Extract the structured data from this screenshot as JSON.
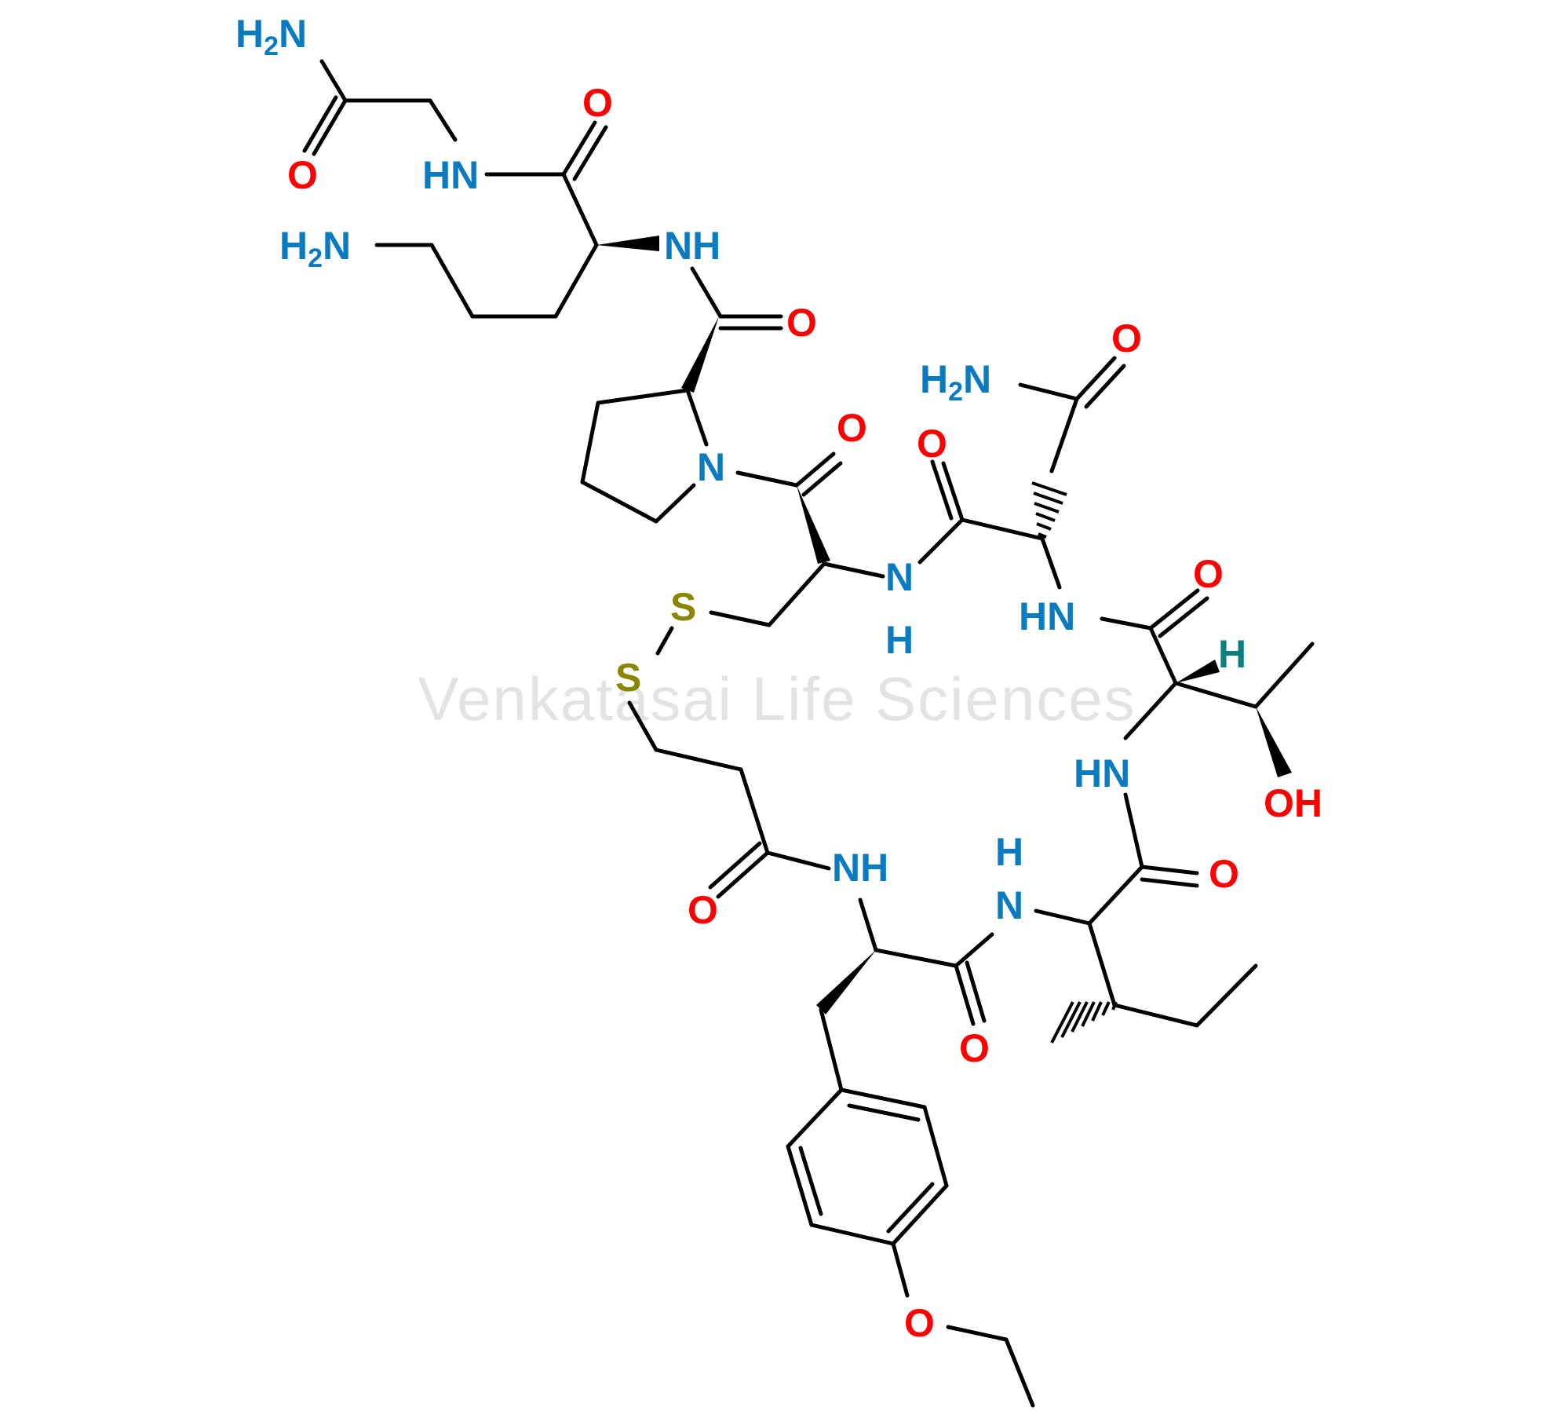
{
  "watermark": "Venkatasai Life Sciences",
  "colors": {
    "bond": "#000000",
    "N": "#0b7bc1",
    "O": "#ff0000",
    "S": "#8a8600",
    "H": "#0b7f7f"
  },
  "atom_labels": {
    "nh2_gly": "H2N",
    "o_gly": "O",
    "hn_gly": "HN",
    "o_orn": "O",
    "nh2_orn": "H2N",
    "nh_orn": "NH",
    "o_pro": "O",
    "n_pro": "N",
    "o_cys": "O",
    "nh_cys": "N",
    "h_cys": "H",
    "s1": "S",
    "s2": "S",
    "nh2_asn": "H2N",
    "o_asn_side": "O",
    "o_gln": "O",
    "hn_asn": "HN",
    "o_asn": "O",
    "h_thr": "H",
    "hn_thr": "HN",
    "oh_thr": "OH",
    "o_ile": "O",
    "h_ile": "H",
    "n_ile": "N",
    "nh_tyr": "NH",
    "o_mpa": "O",
    "o_tyr": "O",
    "o_ether": "O"
  }
}
